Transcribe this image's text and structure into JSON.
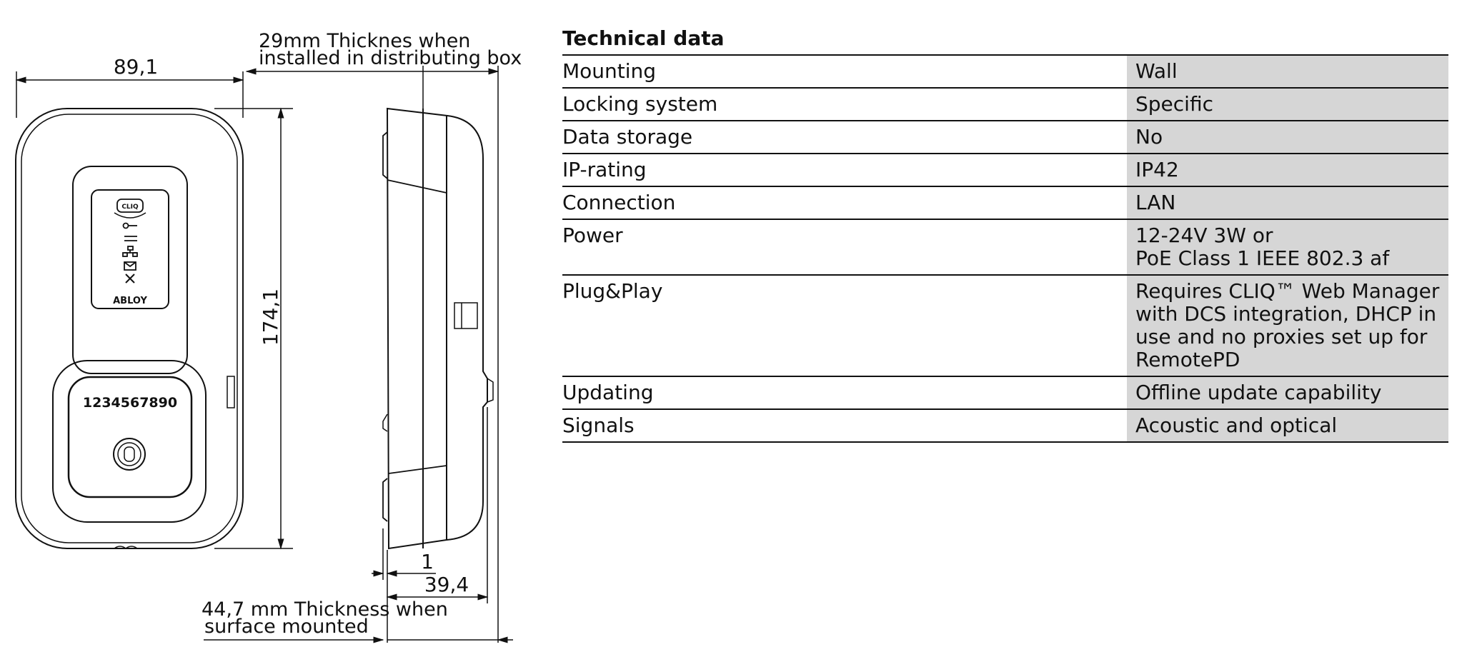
{
  "drawing": {
    "dimensions": {
      "width": "89,1",
      "height": "174,1",
      "offset": "1",
      "depth": "39,4"
    },
    "notes": {
      "box_thickness_line1": "29mm Thicknes when",
      "box_thickness_line2": "installed in distributing box",
      "surface_thickness_line1": "44,7 mm Thickness when",
      "surface_thickness_line2": "surface mounted"
    },
    "device": {
      "led_logo": "CLIQ",
      "brand": "ABLOY",
      "serial": "1234567890"
    }
  },
  "technical_data": {
    "title": "Technical data",
    "rows": [
      {
        "label": "Mounting",
        "value": "Wall"
      },
      {
        "label": "Locking system",
        "value": "Specific"
      },
      {
        "label": "Data storage",
        "value": "No"
      },
      {
        "label": "IP-rating",
        "value": "IP42"
      },
      {
        "label": "Connection",
        "value": "LAN"
      },
      {
        "label": "Power",
        "value": "12-24V 3W or\nPoE Class 1 IEEE 802.3 af"
      },
      {
        "label": "Plug&Play",
        "value": "Requires CLIQ™ Web Manager\nwith DCS integration, DHCP in\nuse and no proxies set up for\nRemotePD"
      },
      {
        "label": "Updating",
        "value": "Offline update capability"
      },
      {
        "label": "Signals",
        "value": "Acoustic and optical"
      }
    ]
  }
}
